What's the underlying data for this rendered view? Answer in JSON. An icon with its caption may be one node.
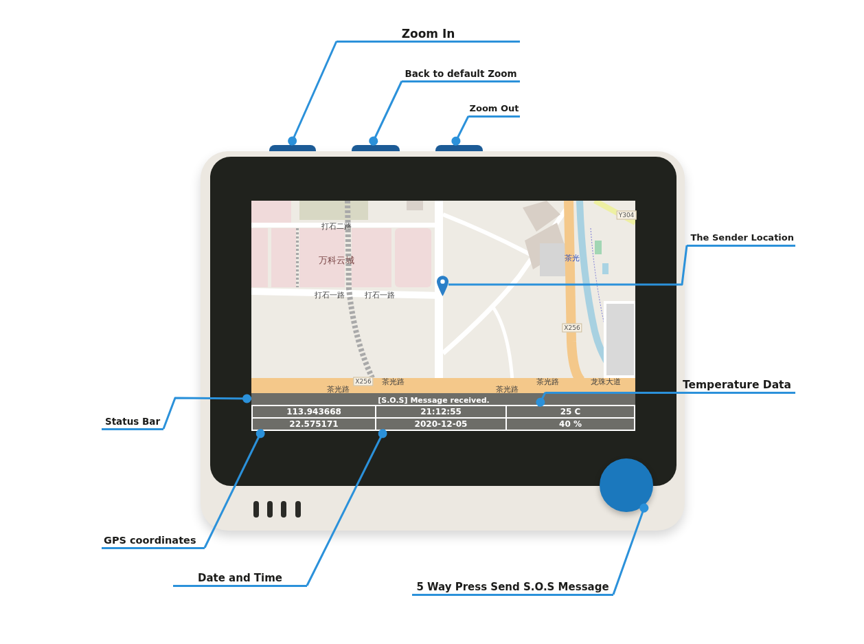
{
  "diagram": {
    "nodes": [
      {
        "text": [
          "Zoom In"
        ]
      },
      {
        "text": [
          "Back to default Zoom"
        ]
      },
      {
        "text": [
          "Zoom Out"
        ]
      },
      {
        "text": [],
        "shape": "bar"
      },
      {
        "text": [],
        "shape": "bar"
      },
      {
        "text": [],
        "shape": "bar"
      },
      {
        "text": [
          "The Sender Location"
        ]
      },
      {
        "text": [],
        "shape": "pin"
      },
      {
        "text": [
          "Temperature Data"
        ]
      },
      {
        "text": [
          "[S.O.S] Message received."
        ]
      },
      {
        "text": [
          "Status Bar"
        ]
      },
      {
        "text": [
          "113.943668",
          "22.575171"
        ]
      },
      {
        "text": [
          "21:12:55",
          "2020-12-05"
        ]
      },
      {
        "text": [
          "25 C",
          "40 %"
        ]
      },
      {
        "text": [],
        "shape": "circle"
      },
      {
        "text": [
          "GPS coordinates"
        ]
      },
      {
        "text": [
          "Date and Time"
        ]
      },
      {
        "text": [
          "5 Way Press Send S.O.S Message"
        ]
      }
    ],
    "edges": [
      {
        "from": 0,
        "to": 3,
        "arrow": "other"
      },
      {
        "from": 1,
        "to": 4,
        "arrow": "other"
      },
      {
        "from": 2,
        "to": 5,
        "arrow": "other"
      },
      {
        "from": 6,
        "to": 7,
        "arrow": "none"
      },
      {
        "from": 8,
        "to": 13,
        "arrow": "other"
      },
      {
        "from": 10,
        "to": 9,
        "arrow": "other"
      },
      {
        "from": 15,
        "to": 11,
        "arrow": "other"
      },
      {
        "from": 16,
        "to": 12,
        "arrow": "other"
      },
      {
        "from": 17,
        "to": 14,
        "arrow": "other"
      }
    ],
    "labels": [
      "Y304",
      "打石二路",
      "万科云城",
      "茶光",
      "打石一路",
      "打石一路",
      "X256",
      "X256",
      "茶光路",
      "茶光路",
      "龙珠大道",
      "茶光路",
      "茶光路"
    ]
  }
}
